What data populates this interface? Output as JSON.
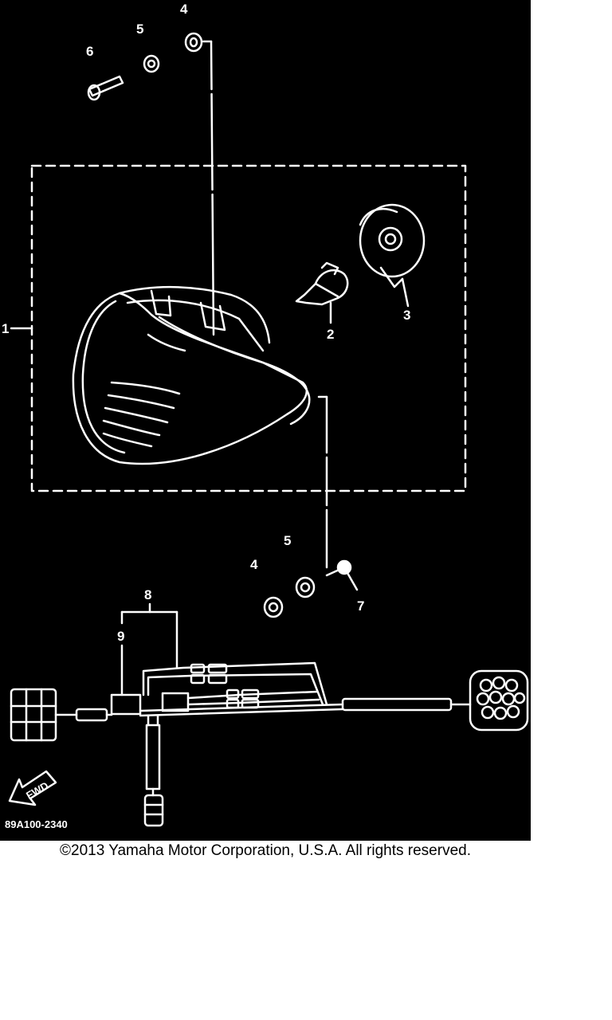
{
  "diagram": {
    "callouts": {
      "c1": "1",
      "c2": "2",
      "c3": "3",
      "c4a": "4",
      "c4b": "4",
      "c5a": "5",
      "c5b": "5",
      "c6": "6",
      "c7": "7",
      "c8": "8",
      "c9": "9"
    },
    "fwd_label": "FWD",
    "diagram_code": "89A100-2340",
    "colors": {
      "background": "#000000",
      "line": "#ffffff"
    }
  },
  "footer": {
    "copyright": "©2013 Yamaha Motor Corporation, U.S.A. All rights reserved."
  }
}
